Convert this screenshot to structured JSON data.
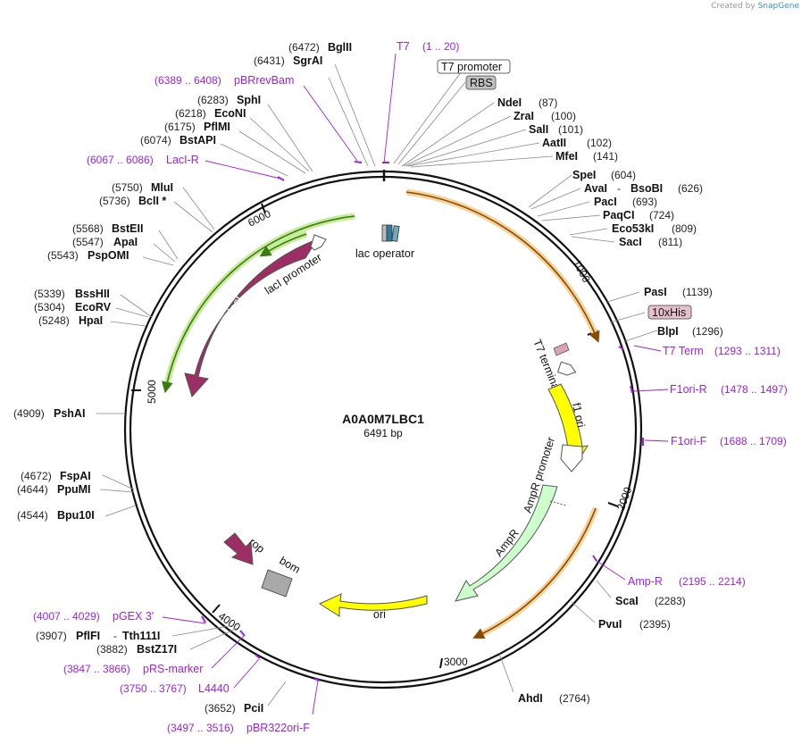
{
  "credit": {
    "prefix": "Created by",
    "brand": "SnapGene"
  },
  "plasmid": {
    "name": "A0A0M7LBC1",
    "length_label": "6491 bp"
  },
  "ticks": [
    "1000",
    "2000",
    "3000",
    "4000",
    "5000",
    "6000"
  ],
  "sites_right": [
    {
      "name": "NdeI",
      "pos": "(87)"
    },
    {
      "name": "ZraI",
      "pos": "(100)"
    },
    {
      "name": "SalI",
      "pos": "(101)"
    },
    {
      "name": "AatII",
      "pos": "(102)"
    },
    {
      "name": "MfeI",
      "pos": "(141)"
    },
    {
      "name": "SpeI",
      "pos": "(604)"
    },
    {
      "name": "AvaI",
      "name2": "BsoBI",
      "pos": "(626)"
    },
    {
      "name": "PacI",
      "pos": "(693)"
    },
    {
      "name": "PaqCI",
      "pos": "(724)"
    },
    {
      "name": "Eco53kI",
      "pos": "(809)"
    },
    {
      "name": "SacI",
      "pos": "(811)"
    },
    {
      "name": "PasI",
      "pos": "(1139)"
    },
    {
      "name": "BlpI",
      "pos": "(1296)"
    },
    {
      "name": "ScaI",
      "pos": "(2283)"
    },
    {
      "name": "PvuI",
      "pos": "(2395)"
    },
    {
      "name": "AhdI",
      "pos": "(2764)"
    }
  ],
  "sites_left": [
    {
      "name": "BglII",
      "pos": "(6472)"
    },
    {
      "name": "SgrAI",
      "pos": "(6431)"
    },
    {
      "name": "SphI",
      "pos": "(6283)"
    },
    {
      "name": "EcoNI",
      "pos": "(6218)"
    },
    {
      "name": "PflMI",
      "pos": "(6175)"
    },
    {
      "name": "BstAPI",
      "pos": "(6074)"
    },
    {
      "name": "MluI",
      "pos": "(5750)"
    },
    {
      "name": "BclI *",
      "pos": "(5736)"
    },
    {
      "name": "BstEII",
      "pos": "(5568)"
    },
    {
      "name": "ApaI",
      "pos": "(5547)"
    },
    {
      "name": "PspOMI",
      "pos": "(5543)"
    },
    {
      "name": "BssHII",
      "pos": "(5339)"
    },
    {
      "name": "EcoRV",
      "pos": "(5304)"
    },
    {
      "name": "HpaI",
      "pos": "(5248)"
    },
    {
      "name": "PshAI",
      "pos": "(4909)"
    },
    {
      "name": "FspAI",
      "pos": "(4672)"
    },
    {
      "name": "PpuMI",
      "pos": "(4644)"
    },
    {
      "name": "Bpu10I",
      "pos": "(4544)"
    },
    {
      "name": "PflFI",
      "name2": "Tth111I",
      "pos": "(3907)"
    },
    {
      "name": "BstZ17I",
      "pos": "(3882)"
    },
    {
      "name": "PciI",
      "pos": "(3652)"
    }
  ],
  "primers": [
    {
      "name": "T7",
      "pos": "(1 .. 20)"
    },
    {
      "name": "pBRrevBam",
      "pos": "(6389 .. 6408)"
    },
    {
      "name": "LacI-R",
      "pos": "(6067 .. 6086)"
    },
    {
      "name": "T7 Term",
      "pos": "(1293 .. 1311)"
    },
    {
      "name": "F1ori-R",
      "pos": "(1478 .. 1497)"
    },
    {
      "name": "F1ori-F",
      "pos": "(1688 .. 1709)"
    },
    {
      "name": "Amp-R",
      "pos": "(2195 .. 2214)"
    },
    {
      "name": "pGEX 3'",
      "pos": "(4007 .. 4029)"
    },
    {
      "name": "pRS-marker",
      "pos": "(3847 .. 3866)"
    },
    {
      "name": "L4440",
      "pos": "(3750 .. 3767)"
    },
    {
      "name": "pBR322ori-F",
      "pos": "(3497 .. 3516)"
    }
  ],
  "boxed": {
    "t7_promoter": "T7 promoter",
    "rbs": "RBS",
    "his": "10xHis"
  },
  "features": {
    "lac_operator": "lac operator",
    "laci": "lacI",
    "laci_promoter": "lacI promoter",
    "t7_terminator": "T7 terminator",
    "f1_ori": "f1 ori",
    "ampr_promoter": "AmpR promoter",
    "ampr": "AmpR",
    "ori": "ori",
    "rop": "rop",
    "bom": "bom"
  },
  "colors": {
    "laci": "#9c2e64",
    "f1_ori": "#ffff00",
    "ori": "#ffff00",
    "ampr": "#ccffcc",
    "primer": "#a020e0",
    "orange_arc": "#f0c070",
    "green_arc": "#a8e070",
    "bom": "#a9a9a9"
  }
}
